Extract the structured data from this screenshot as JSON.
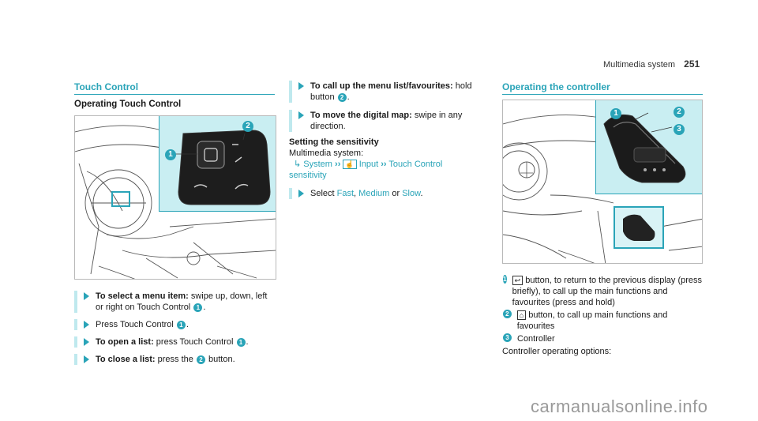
{
  "header": {
    "section": "Multimedia system",
    "page": "251"
  },
  "col1": {
    "title": "Touch Control",
    "subtitle": "Operating Touch Control",
    "figure": {
      "callouts": [
        "1",
        "2"
      ]
    },
    "steps": [
      {
        "bold": "To select a menu item:",
        "text": " swipe up, down, left or right on Touch Control ",
        "badge": "1",
        "end": "."
      },
      {
        "bold": "",
        "text": "Press Touch Control ",
        "badge": "1",
        "end": "."
      },
      {
        "bold": "To open a list:",
        "text": " press Touch Control ",
        "badge": "1",
        "end": "."
      },
      {
        "bold": "To close a list:",
        "text": " press the ",
        "badge": "2",
        "end": " button."
      }
    ]
  },
  "col2": {
    "steps": [
      {
        "bold": "To call up the menu list/favourites:",
        "text": " hold button ",
        "badge": "2",
        "end": "."
      },
      {
        "bold": "To move the digital map:",
        "text": " swipe in any direction.",
        "badge": "",
        "end": ""
      }
    ],
    "sensitivity": {
      "heading": "Setting the sensitivity",
      "intro": "Multimedia system:",
      "path_arrow": "↳",
      "path_system": "System",
      "path_input": "Input",
      "path_touch": "Touch Control",
      "path_sens": "sensitivity",
      "select_prefix": "Select ",
      "opt_fast": "Fast",
      "opt_medium": "Medium",
      "opt_or": " or ",
      "opt_slow": "Slow",
      "comma": ", ",
      "dot": "."
    }
  },
  "col3": {
    "title": "Operating the controller",
    "figure": {
      "callouts": [
        "1",
        "2",
        "3"
      ]
    },
    "legend": [
      {
        "num": "1",
        "icon": "↩",
        "text": " button, to return to the previous display (press briefly), to call up the main functions and favourites (press and hold)"
      },
      {
        "num": "2",
        "icon": "⌂",
        "text": " button, to call up main functions and favourites"
      },
      {
        "num": "3",
        "icon": "",
        "text": "Controller"
      }
    ],
    "options_line": "Controller operating options:"
  },
  "watermark": "carmanualsonline.info",
  "colors": {
    "accent": "#2aa4b8",
    "light": "#bfe9ee",
    "panel": "#c9eef2"
  }
}
